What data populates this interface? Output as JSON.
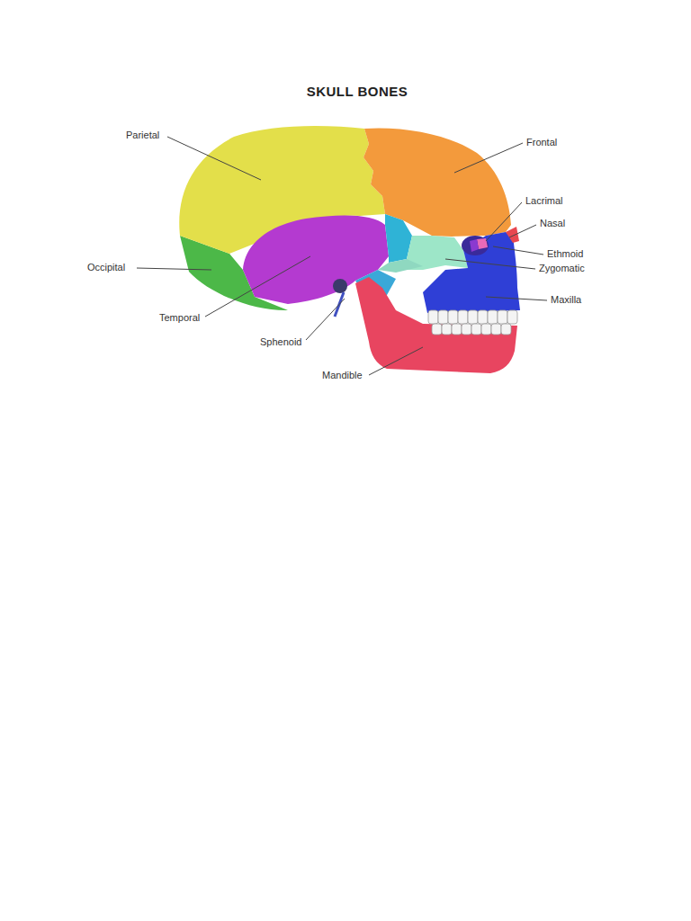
{
  "diagram": {
    "title": "SKULL BONES",
    "labels": [
      "Parietal",
      "Frontal",
      "Lacrimal",
      "Nasal",
      "Ethmoid",
      "Zygomatic",
      "Maxilla",
      "Occipital",
      "Temporal",
      "Sphenoid",
      "Mandible"
    ]
  }
}
